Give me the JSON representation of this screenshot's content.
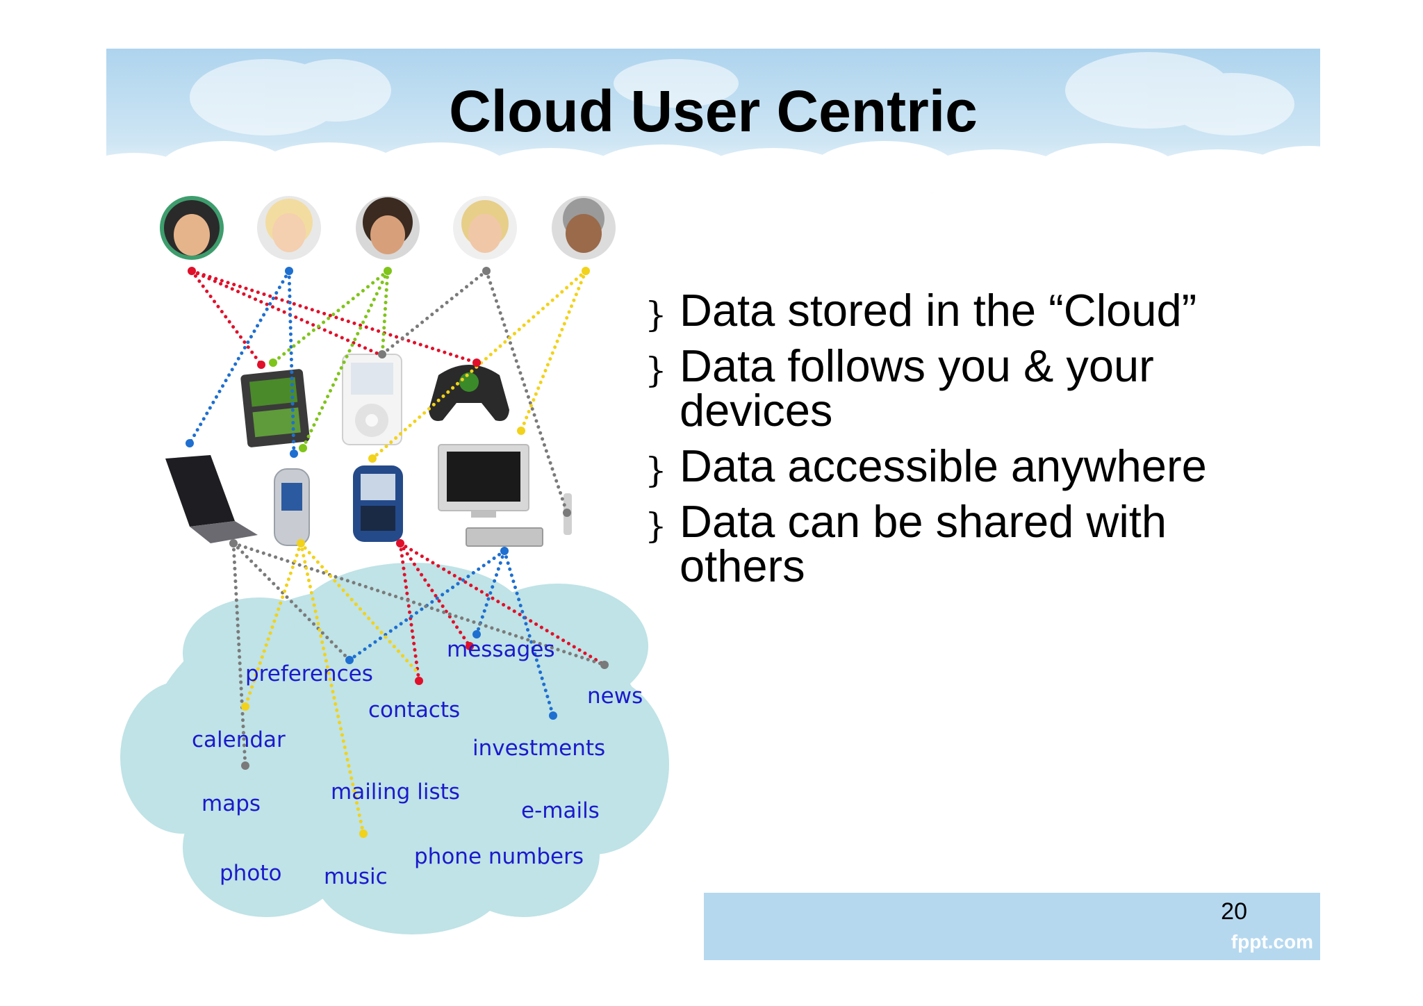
{
  "slide": {
    "title": "Cloud User Centric",
    "page_number": "20",
    "footer_logo": "fppt.com"
  },
  "bullets": [
    "Data stored in the “Cloud”",
    "Data follows you & your devices",
    "Data accessible anywhere",
    "Data can be shared with others"
  ],
  "bullet_marker": "}",
  "cloud_terms": {
    "preferences": "preferences",
    "messages": "messages",
    "news": "news",
    "contacts": "contacts",
    "calendar": "calendar",
    "investments": "investments",
    "maps": "maps",
    "mailing_lists": "mailing lists",
    "e_mails": "e-mails",
    "phone_numbers": "phone numbers",
    "photo": "photo",
    "music": "music"
  },
  "icons": {
    "users": [
      "user-avatar-icon",
      "user-avatar-icon",
      "user-avatar-icon",
      "user-avatar-icon",
      "user-avatar-icon"
    ],
    "devices": [
      "game-handheld-icon",
      "ipod-icon",
      "game-controller-icon",
      "laptop-icon",
      "flip-phone-icon",
      "smartphone-icon",
      "tv-monitor-icon",
      "dvd-player-icon"
    ]
  },
  "colors": {
    "red": "#e0102a",
    "blue": "#1e6fd0",
    "green": "#7fc41a",
    "gray": "#7a7a7a",
    "yellow": "#f2d21a",
    "term_text": "#1a1acc",
    "cloud_fill": "#bfe3e6",
    "sky": "#b8dcef"
  }
}
